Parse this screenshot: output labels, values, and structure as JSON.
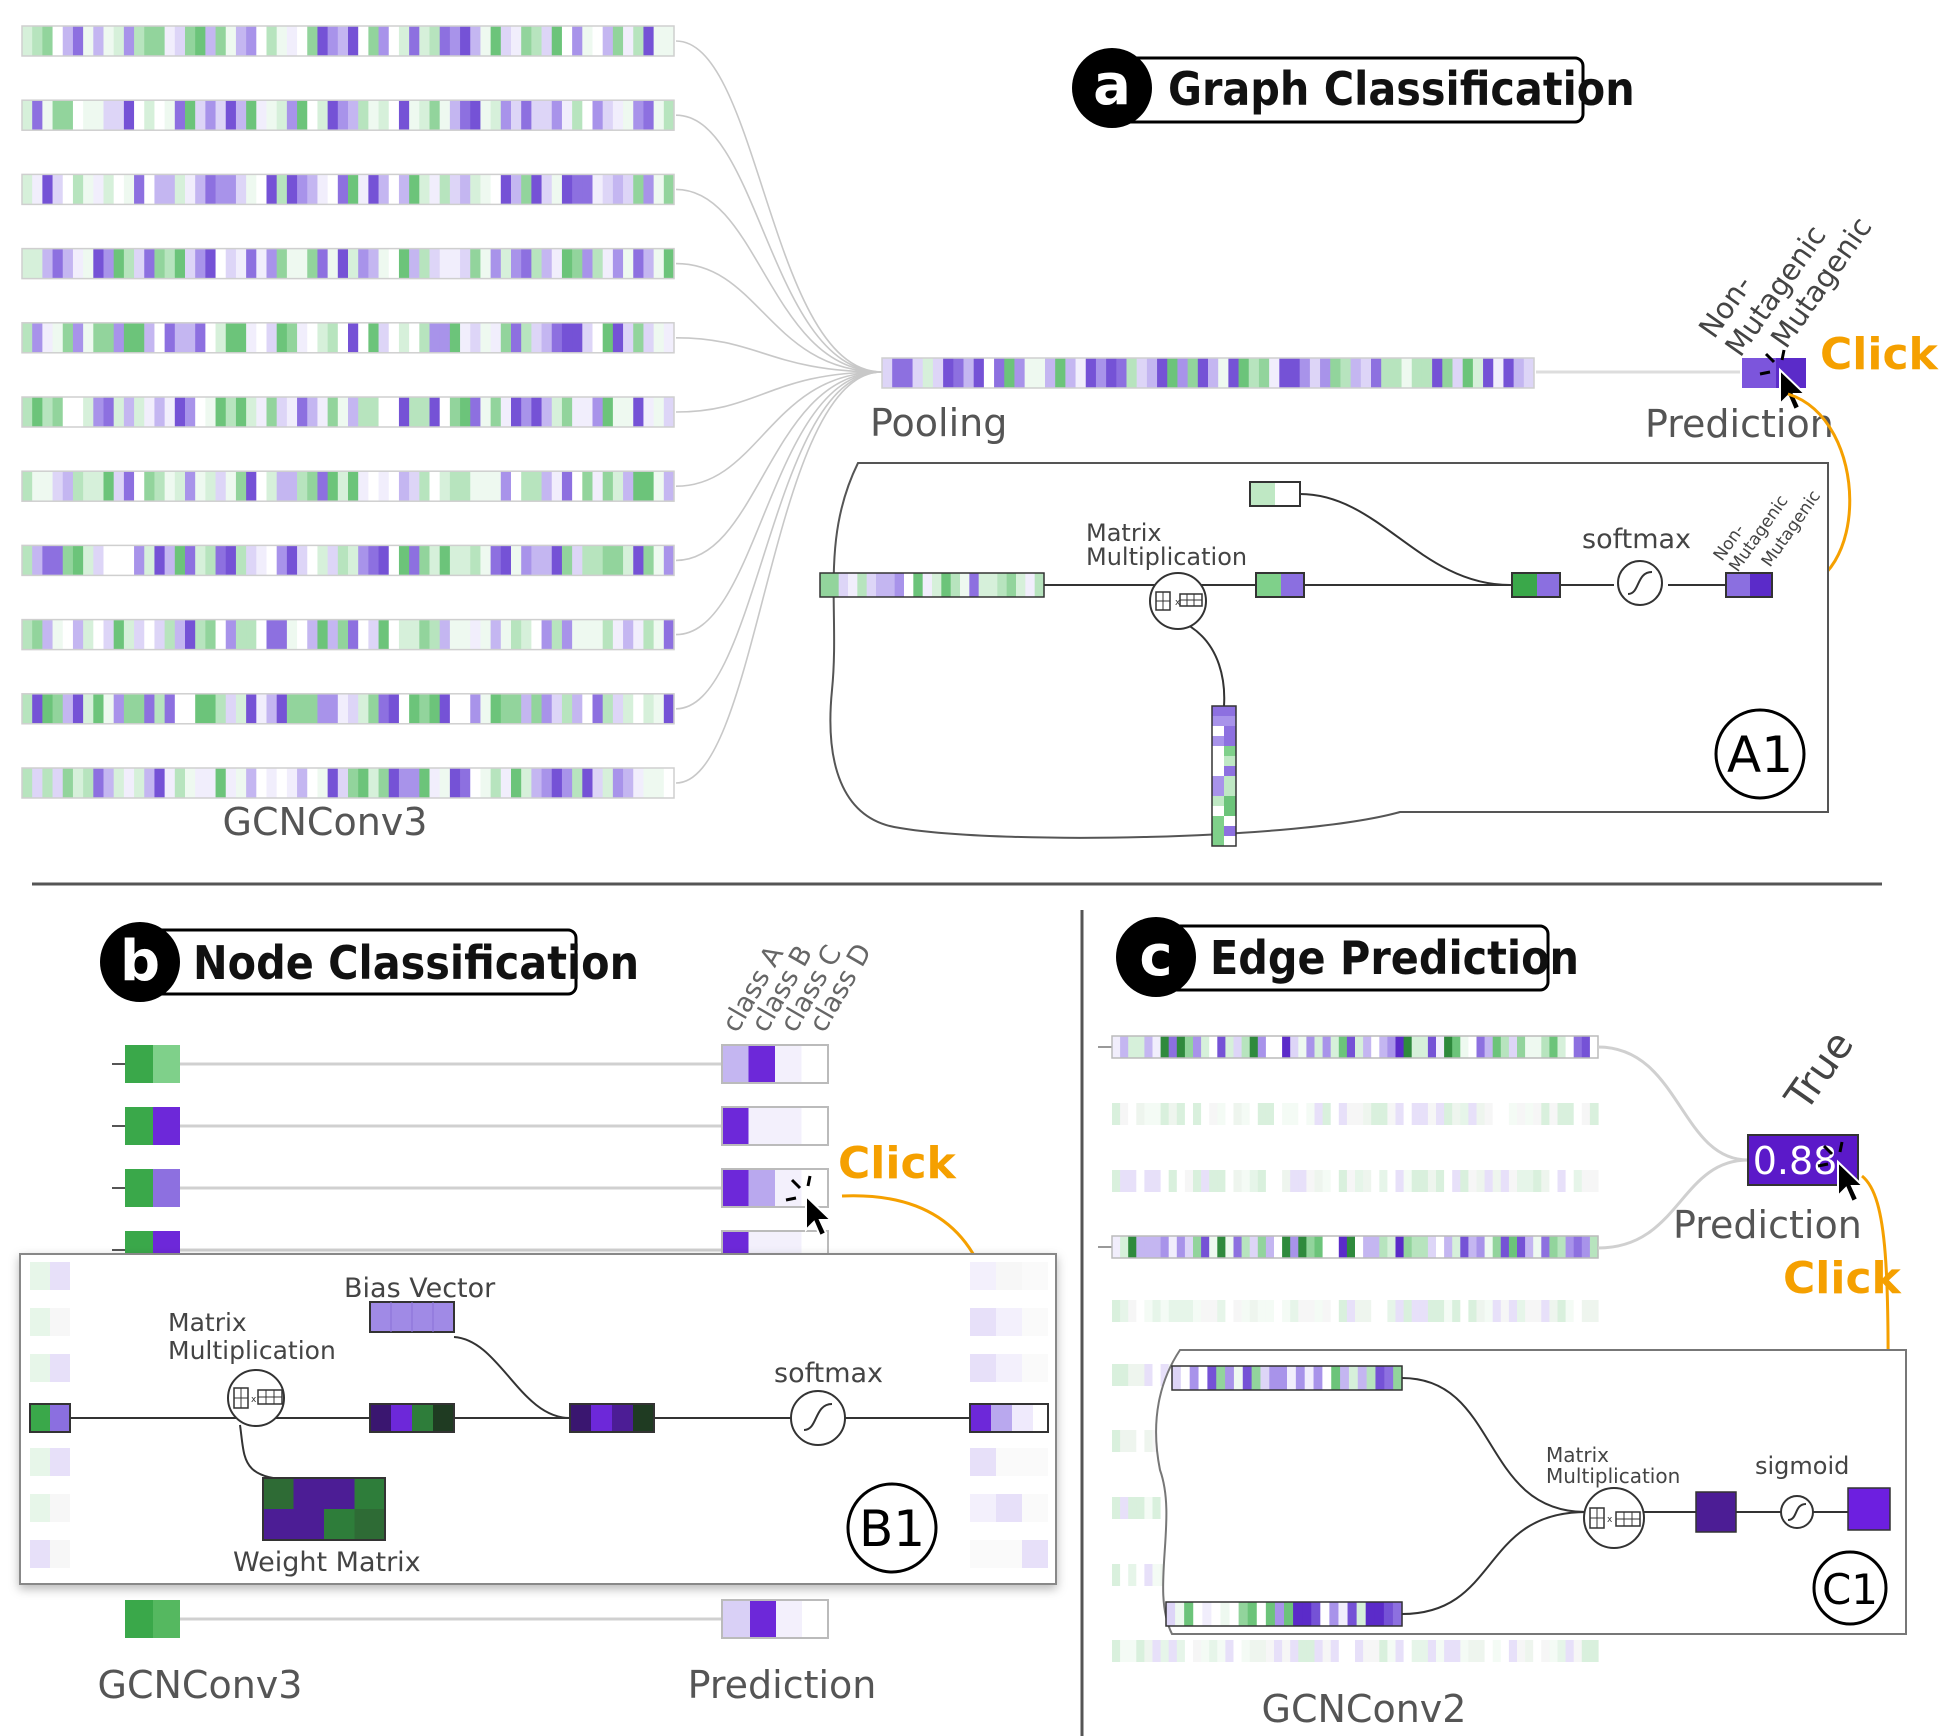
{
  "panels": {
    "a": {
      "letter": "a",
      "title": "Graph Classification",
      "layer_label": "GCNConv3",
      "pooling_label": "Pooling",
      "prediction_label": "Prediction",
      "class_labels": [
        "Non-\nMutagenic",
        "Mutagenic"
      ],
      "click_label": "Click",
      "detail": {
        "badge": "A1",
        "matmul_label": "Matrix\nMultiplication",
        "softmax_label": "softmax",
        "class_labels": [
          "Non-\nMutagenic",
          "Mutagenic"
        ]
      }
    },
    "b": {
      "letter": "b",
      "title": "Node Classification",
      "layer_label": "GCNConv3",
      "prediction_label": "Prediction",
      "class_labels": [
        "class A",
        "class B",
        "class C",
        "class D"
      ],
      "click_label": "Click",
      "detail": {
        "badge": "B1",
        "bias_label": "Bias Vector",
        "matmul_label": "Matrix\nMultiplication",
        "softmax_label": "softmax",
        "weight_label": "Weight Matrix"
      }
    },
    "c": {
      "letter": "c",
      "title": "Edge Prediction",
      "layer_label": "GCNConv2",
      "prediction_label": "Prediction",
      "true_label": "True",
      "prediction_value": "0.88",
      "click_label": "Click",
      "detail": {
        "badge": "C1",
        "matmul_label": "Matrix\nMultiplication",
        "sigmoid_label": "sigmoid"
      }
    }
  },
  "colors": {
    "purple_dark": "#4c1d95",
    "purple": "#6d28d9",
    "purple_mid": "#8b6fe0",
    "purple_light": "#b9a8ee",
    "purple_pale": "#e2dbf8",
    "green_dark": "#1f6b2e",
    "green": "#3aa84a",
    "green_mid": "#7fd08a",
    "green_light": "#bfe8c4",
    "green_pale": "#e4f5e6",
    "accent_orange": "#f5a000",
    "edge_gray": "#c8c8c8",
    "text_gray": "#555555"
  }
}
